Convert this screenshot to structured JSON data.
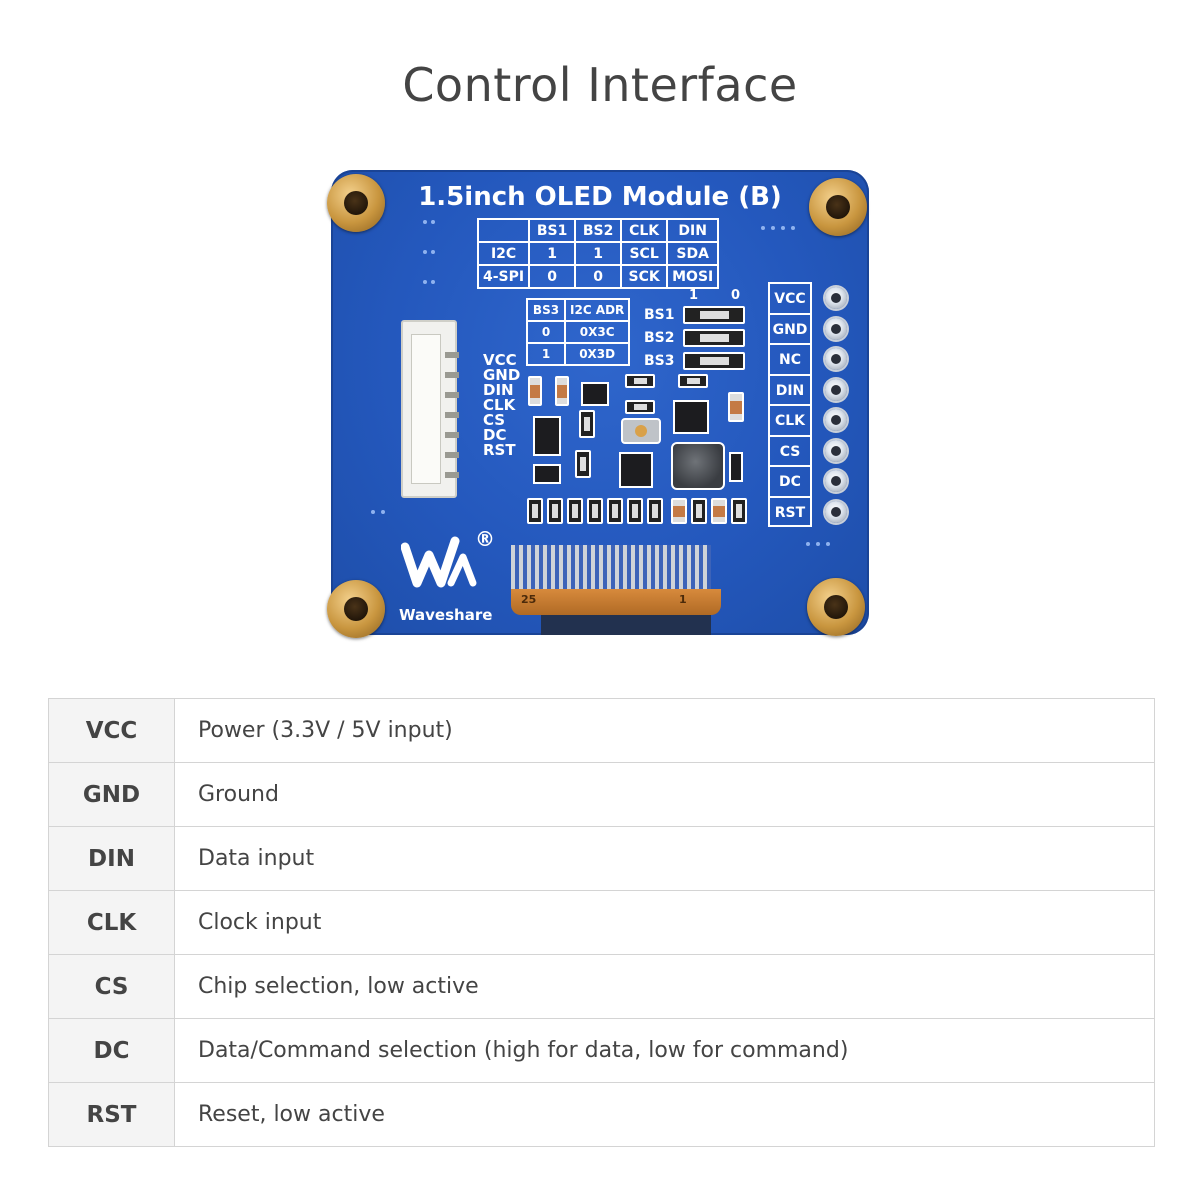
{
  "page": {
    "title": "Control Interface"
  },
  "board": {
    "title": "1.5inch OLED Module (B)",
    "mode_table": {
      "header": [
        "",
        "BS1",
        "BS2",
        "CLK",
        "DIN"
      ],
      "rows": [
        [
          "I2C",
          "1",
          "1",
          "SCL",
          "SDA"
        ],
        [
          "4-SPI",
          "0",
          "0",
          "SCK",
          "MOSI"
        ]
      ]
    },
    "addr_table": {
      "header": [
        "BS3",
        "I2C ADR"
      ],
      "rows": [
        [
          "0",
          "0X3C"
        ],
        [
          "1",
          "0X3D"
        ]
      ]
    },
    "jumper_header": [
      "1",
      "0"
    ],
    "jumpers": [
      "BS1",
      "BS2",
      "BS3"
    ],
    "header_pins": [
      "VCC",
      "GND",
      "NC",
      "DIN",
      "CLK",
      "CS",
      "DC",
      "RST"
    ],
    "connector_pins": [
      "VCC",
      "GND",
      "DIN",
      "CLK",
      "CS",
      "DC",
      "RST"
    ],
    "fpc_numbers": [
      "25",
      "1"
    ],
    "brand": "Waveshare",
    "logo_mark": "®"
  },
  "pins": [
    {
      "name": "VCC",
      "description": "Power (3.3V / 5V input)"
    },
    {
      "name": "GND",
      "description": "Ground"
    },
    {
      "name": "DIN",
      "description": "Data input"
    },
    {
      "name": "CLK",
      "description": "Clock input"
    },
    {
      "name": "CS",
      "description": "Chip selection, low active"
    },
    {
      "name": "DC",
      "description": "Data/Command selection (high for data, low for command)"
    },
    {
      "name": "RST",
      "description": "Reset, low active"
    }
  ]
}
